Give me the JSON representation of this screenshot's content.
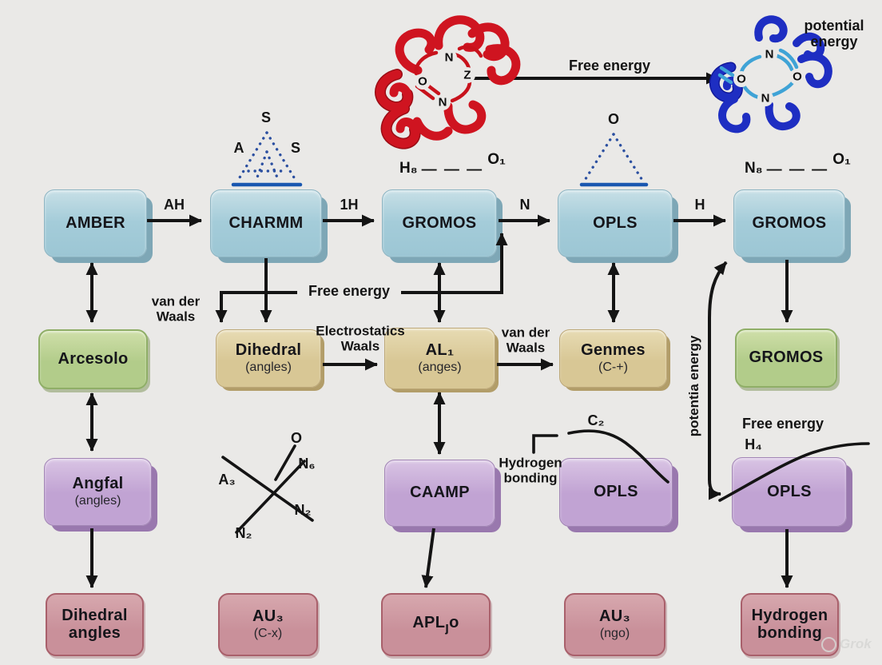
{
  "boxes": {
    "amber": {
      "label": "AMBER"
    },
    "charmm": {
      "label": "CHARMM"
    },
    "gromos_top": {
      "label": "GROMOS"
    },
    "opls_top": {
      "label": "OPLS"
    },
    "gromos_right": {
      "label": "GROMOS"
    },
    "arcesolo": {
      "label": "Arcesolo"
    },
    "dihedral_mid": {
      "label": "Dihedral",
      "sub": "(angles)"
    },
    "al1": {
      "label": "AL₁",
      "sub": "(anges)"
    },
    "genmes": {
      "label": "Genmes",
      "sub": "(C-+)"
    },
    "gromos_green": {
      "label": "GROMOS"
    },
    "angfal": {
      "label": "Angfal",
      "sub": "(angles)"
    },
    "caamp": {
      "label": "CAAMP"
    },
    "opls_mid": {
      "label": "OPLS"
    },
    "opls_right": {
      "label": "OPLS"
    },
    "dihedral_bottom": {
      "label": "Dihedral",
      "sub": "angles"
    },
    "au3_cx": {
      "label": "AU₃",
      "sub": "(C-x)"
    },
    "apljo": {
      "main": "APL",
      "sub_char": "ȷ",
      "tail": "o"
    },
    "au3_ngo": {
      "label": "AU₃",
      "sub": "(ngo)"
    },
    "hydrogen_bonding": {
      "label": "Hydrogen",
      "sub": "bonding"
    }
  },
  "edge_labels": {
    "ah": "AH",
    "h1": "1H",
    "n": "N",
    "h": "H",
    "free_energy_top": "Free energy",
    "free_energy_mid": "Free energy",
    "free_energy_right": "Free energy",
    "h4": "H₄",
    "c2": "C₂",
    "van_der_waals_left_1": "van der",
    "van_der_waals_left_2": "Waals",
    "electrostatics_1": "Electrostatics",
    "electrostatics_2": "Waals",
    "van_der_waals_mid_1": "van der",
    "van_der_waals_mid_2": "Waals",
    "hydrogen_bonding_1": "Hydrogen",
    "hydrogen_bonding_2": "bonding",
    "potentia_energy": "potentia energy",
    "potential_energy_1": "potential",
    "potential_energy_2": "energy"
  },
  "sketches": {
    "charmm_triangle": {
      "top": "S",
      "left": "A",
      "right": "S"
    },
    "opls_triangle": {
      "top": "O"
    },
    "hbond_red": {
      "donor": "H₈",
      "dashes": "— — —",
      "acceptor": "O₁"
    },
    "hbond_blue": {
      "donor": "N₈",
      "dashes": "— — —",
      "acceptor": "O₁"
    },
    "cross": {
      "left": "A₃",
      "top": "O",
      "upper_right": "N₆",
      "lower_right": "N₂",
      "bottom": "N₂"
    },
    "red_ring": {
      "top": "N",
      "right": "Z",
      "left": "O",
      "bottom": "N"
    },
    "blue_ring": {
      "top": "N",
      "left": "O",
      "right": "O",
      "bottom": "N"
    }
  },
  "colors": {
    "background": "#eae9e7",
    "arrow": "#141414",
    "box_blue": "#a4ccd9",
    "box_green": "#b2cc8a",
    "box_tan": "#d8c795",
    "box_purple": "#c1a3d3",
    "box_pink": "#c9909a",
    "dotted_blue": "#2b4fa0",
    "triangle_base_blue": "#1a57b0",
    "protein_red": "#cf1420",
    "protein_blue": "#1e2ec2",
    "ring_red": "#c8121c",
    "ring_cyan": "#3fa3d6"
  },
  "watermark": "Grok"
}
